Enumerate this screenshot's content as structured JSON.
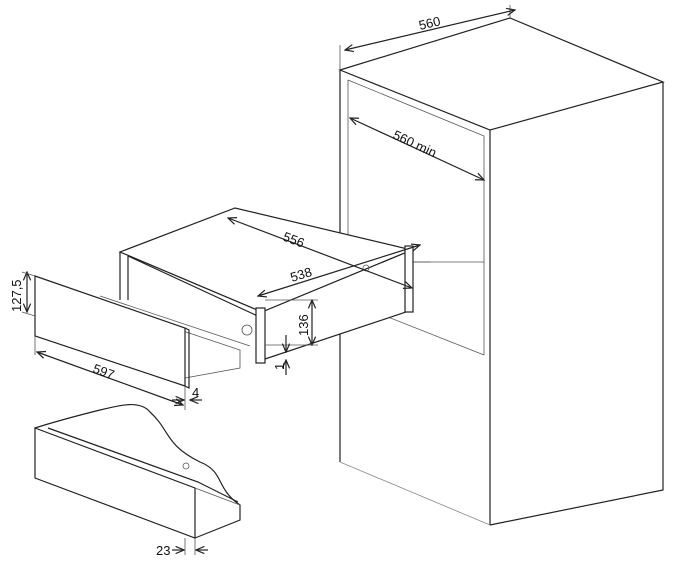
{
  "dimensions": {
    "cabinet_width": "560",
    "opening_width": "560 min",
    "drawer_depth": "556",
    "drawer_body_depth": "538",
    "drawer_height": "136",
    "drawer_gap": "1",
    "front_height": "127,5",
    "front_width": "597",
    "front_thickness": "4",
    "handle_depth": "23"
  }
}
